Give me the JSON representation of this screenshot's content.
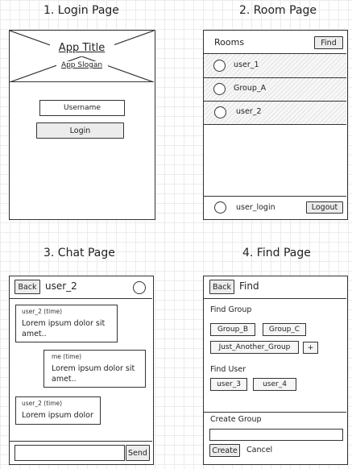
{
  "pages": {
    "login": {
      "heading": "1. Login Page",
      "app_title": "App Title",
      "app_slogan": "App Slogan",
      "username_placeholder": "Username",
      "login_label": "Login"
    },
    "room": {
      "heading": "2. Room Page",
      "title": "Rooms",
      "find_label": "Find",
      "rooms": [
        "user_1",
        "Group_A",
        "user_2"
      ],
      "current_user": "user_login",
      "logout_label": "Logout"
    },
    "chat": {
      "heading": "3. Chat Page",
      "back_label": "Back",
      "title": "user_2",
      "messages": [
        {
          "meta": "user_2 (time)",
          "line1": "Lorem ipsum dolor sit",
          "line2": "amet.."
        },
        {
          "meta": "me (time)",
          "line1": "Lorem ipsum dolor sit",
          "line2": "amet.."
        },
        {
          "meta": "user_2 (time)",
          "line1": "Lorem ipsum dolor",
          "line2": ""
        }
      ],
      "send_label": "Send"
    },
    "find": {
      "heading": "4. Find Page",
      "back_label": "Back",
      "title": "Find",
      "find_group_label": "Find Group",
      "groups": [
        "Group_B",
        "Group_C",
        "Just_Another_Group"
      ],
      "add_label": "+",
      "find_user_label": "Find User",
      "users": [
        "user_3",
        "user_4"
      ],
      "create_group_label": "Create Group",
      "create_label": "Create",
      "cancel_label": "Cancel"
    }
  }
}
